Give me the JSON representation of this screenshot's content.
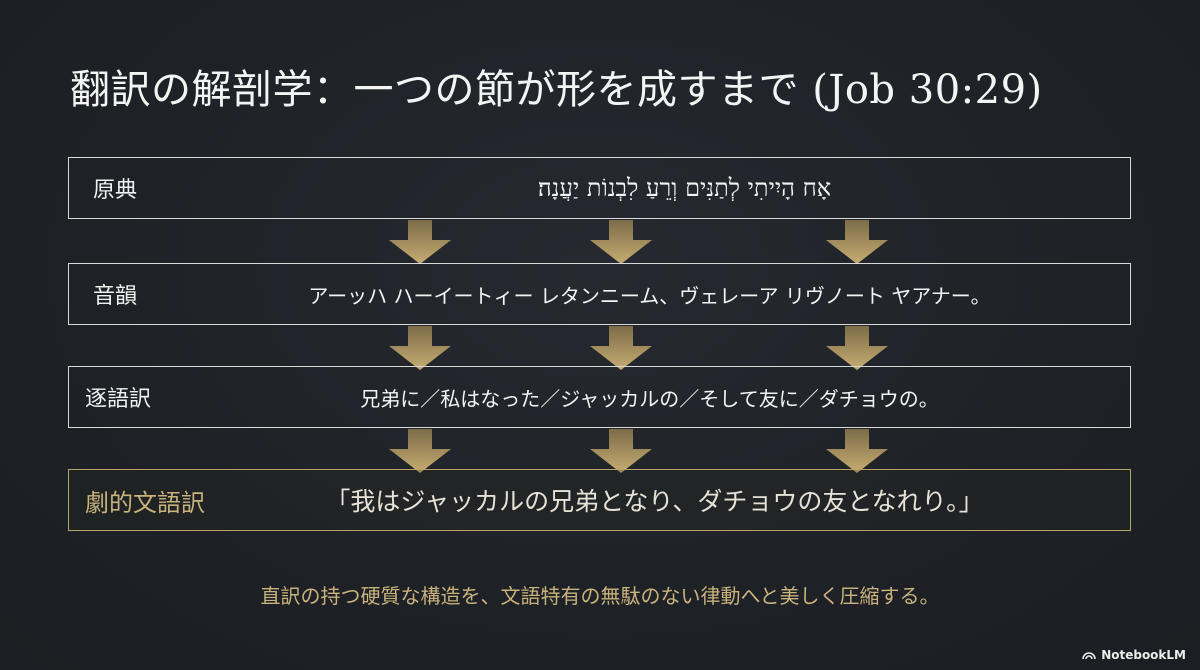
{
  "title": "翻訳の解剖学：一つの節が形を成すまで (Job 30:29)",
  "rows": [
    {
      "label": "原典",
      "content": "אָח הָיִיתִי לְתַנִּים וְרֵעַ לִבְנוֹת יַעֲנָה׃"
    },
    {
      "label": "音韻",
      "content": "アーッハ  ハーイートィー レタンニーム、ヴェレーア リヴノート ヤアナー。"
    },
    {
      "label": "逐語訳",
      "content": "兄弟に／私はなった／ジャッカルの／そして友に／ダチョウの。"
    },
    {
      "label": "劇的文語訳",
      "content": "「我はジャッカルの兄弟となり、ダチョウの友となれり。」"
    }
  ],
  "caption": "直訳の持つ硬質な構造を、文語特有の無駄のない律動へと美しく圧縮する。",
  "brand": "NotebookLM",
  "colors": {
    "background": "#1f2227",
    "border": "#d9d9d9",
    "accent_gold": "#c9b27c",
    "arrow_gold": "#a89263"
  }
}
